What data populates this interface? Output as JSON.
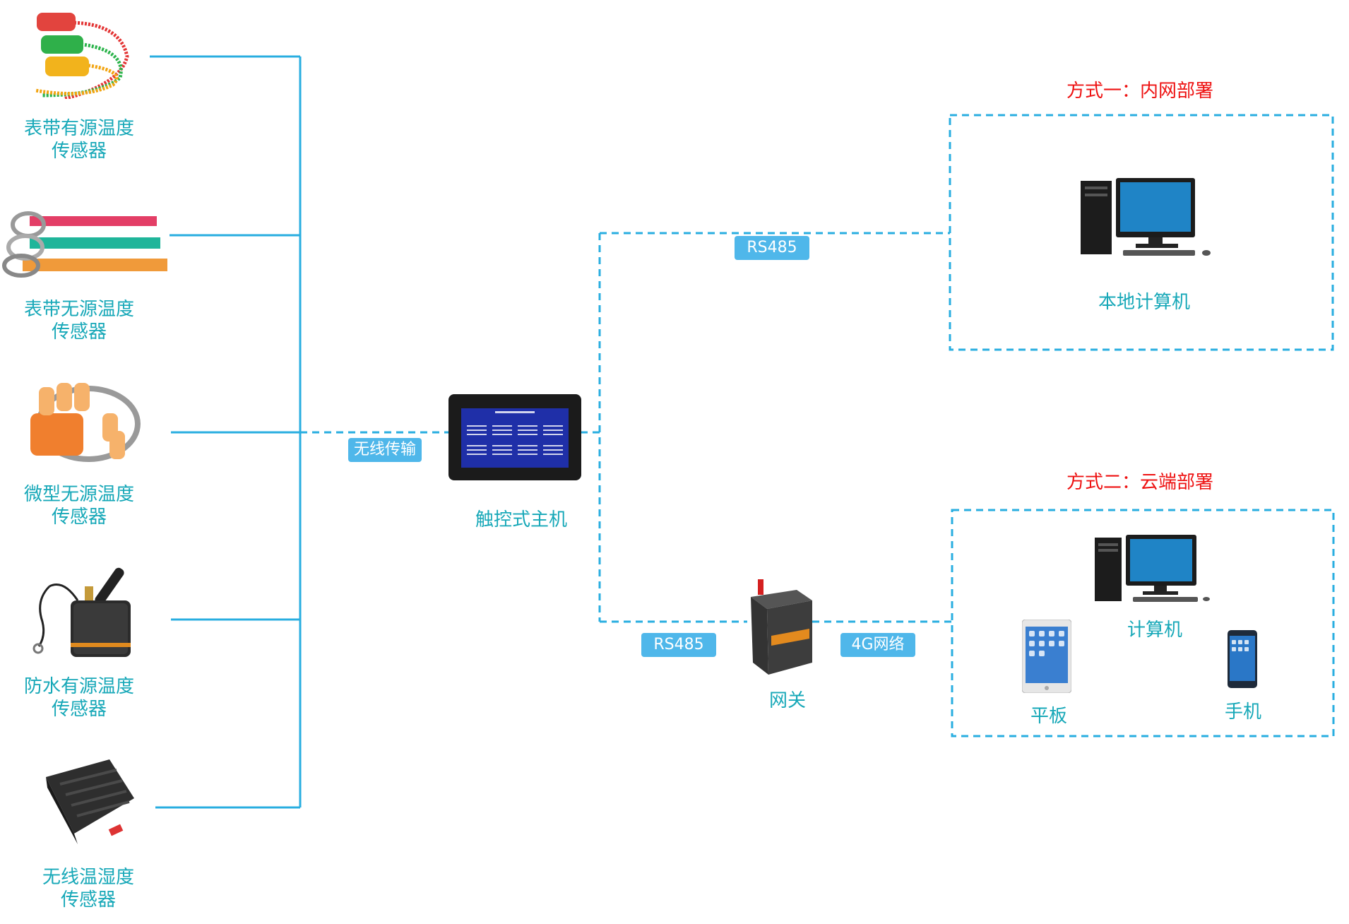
{
  "sensors": [
    {
      "line1": "表带有源温度",
      "line2": "传感器"
    },
    {
      "line1": "表带无源温度",
      "line2": "传感器"
    },
    {
      "line1": "微型无源温度",
      "line2": "传感器"
    },
    {
      "line1": "防水有源温度",
      "line2": "传感器"
    },
    {
      "line1": "无线温湿度",
      "line2": "传感器"
    }
  ],
  "wireless_label": "无线传输",
  "host_label": "触控式主机",
  "rs485_top": "RS485",
  "rs485_bottom": "RS485",
  "fourg_label": "4G网络",
  "gateway_label": "网关",
  "method1_title": "方式一：内网部署",
  "method2_title": "方式二：云端部署",
  "local_pc_label": "本地计算机",
  "pc_label": "计算机",
  "tablet_label": "平板",
  "phone_label": "手机",
  "colors": {
    "line": "#29aee0",
    "label": "#17a8b8",
    "badge": "#4fb7ea",
    "title": "#ee1111"
  }
}
